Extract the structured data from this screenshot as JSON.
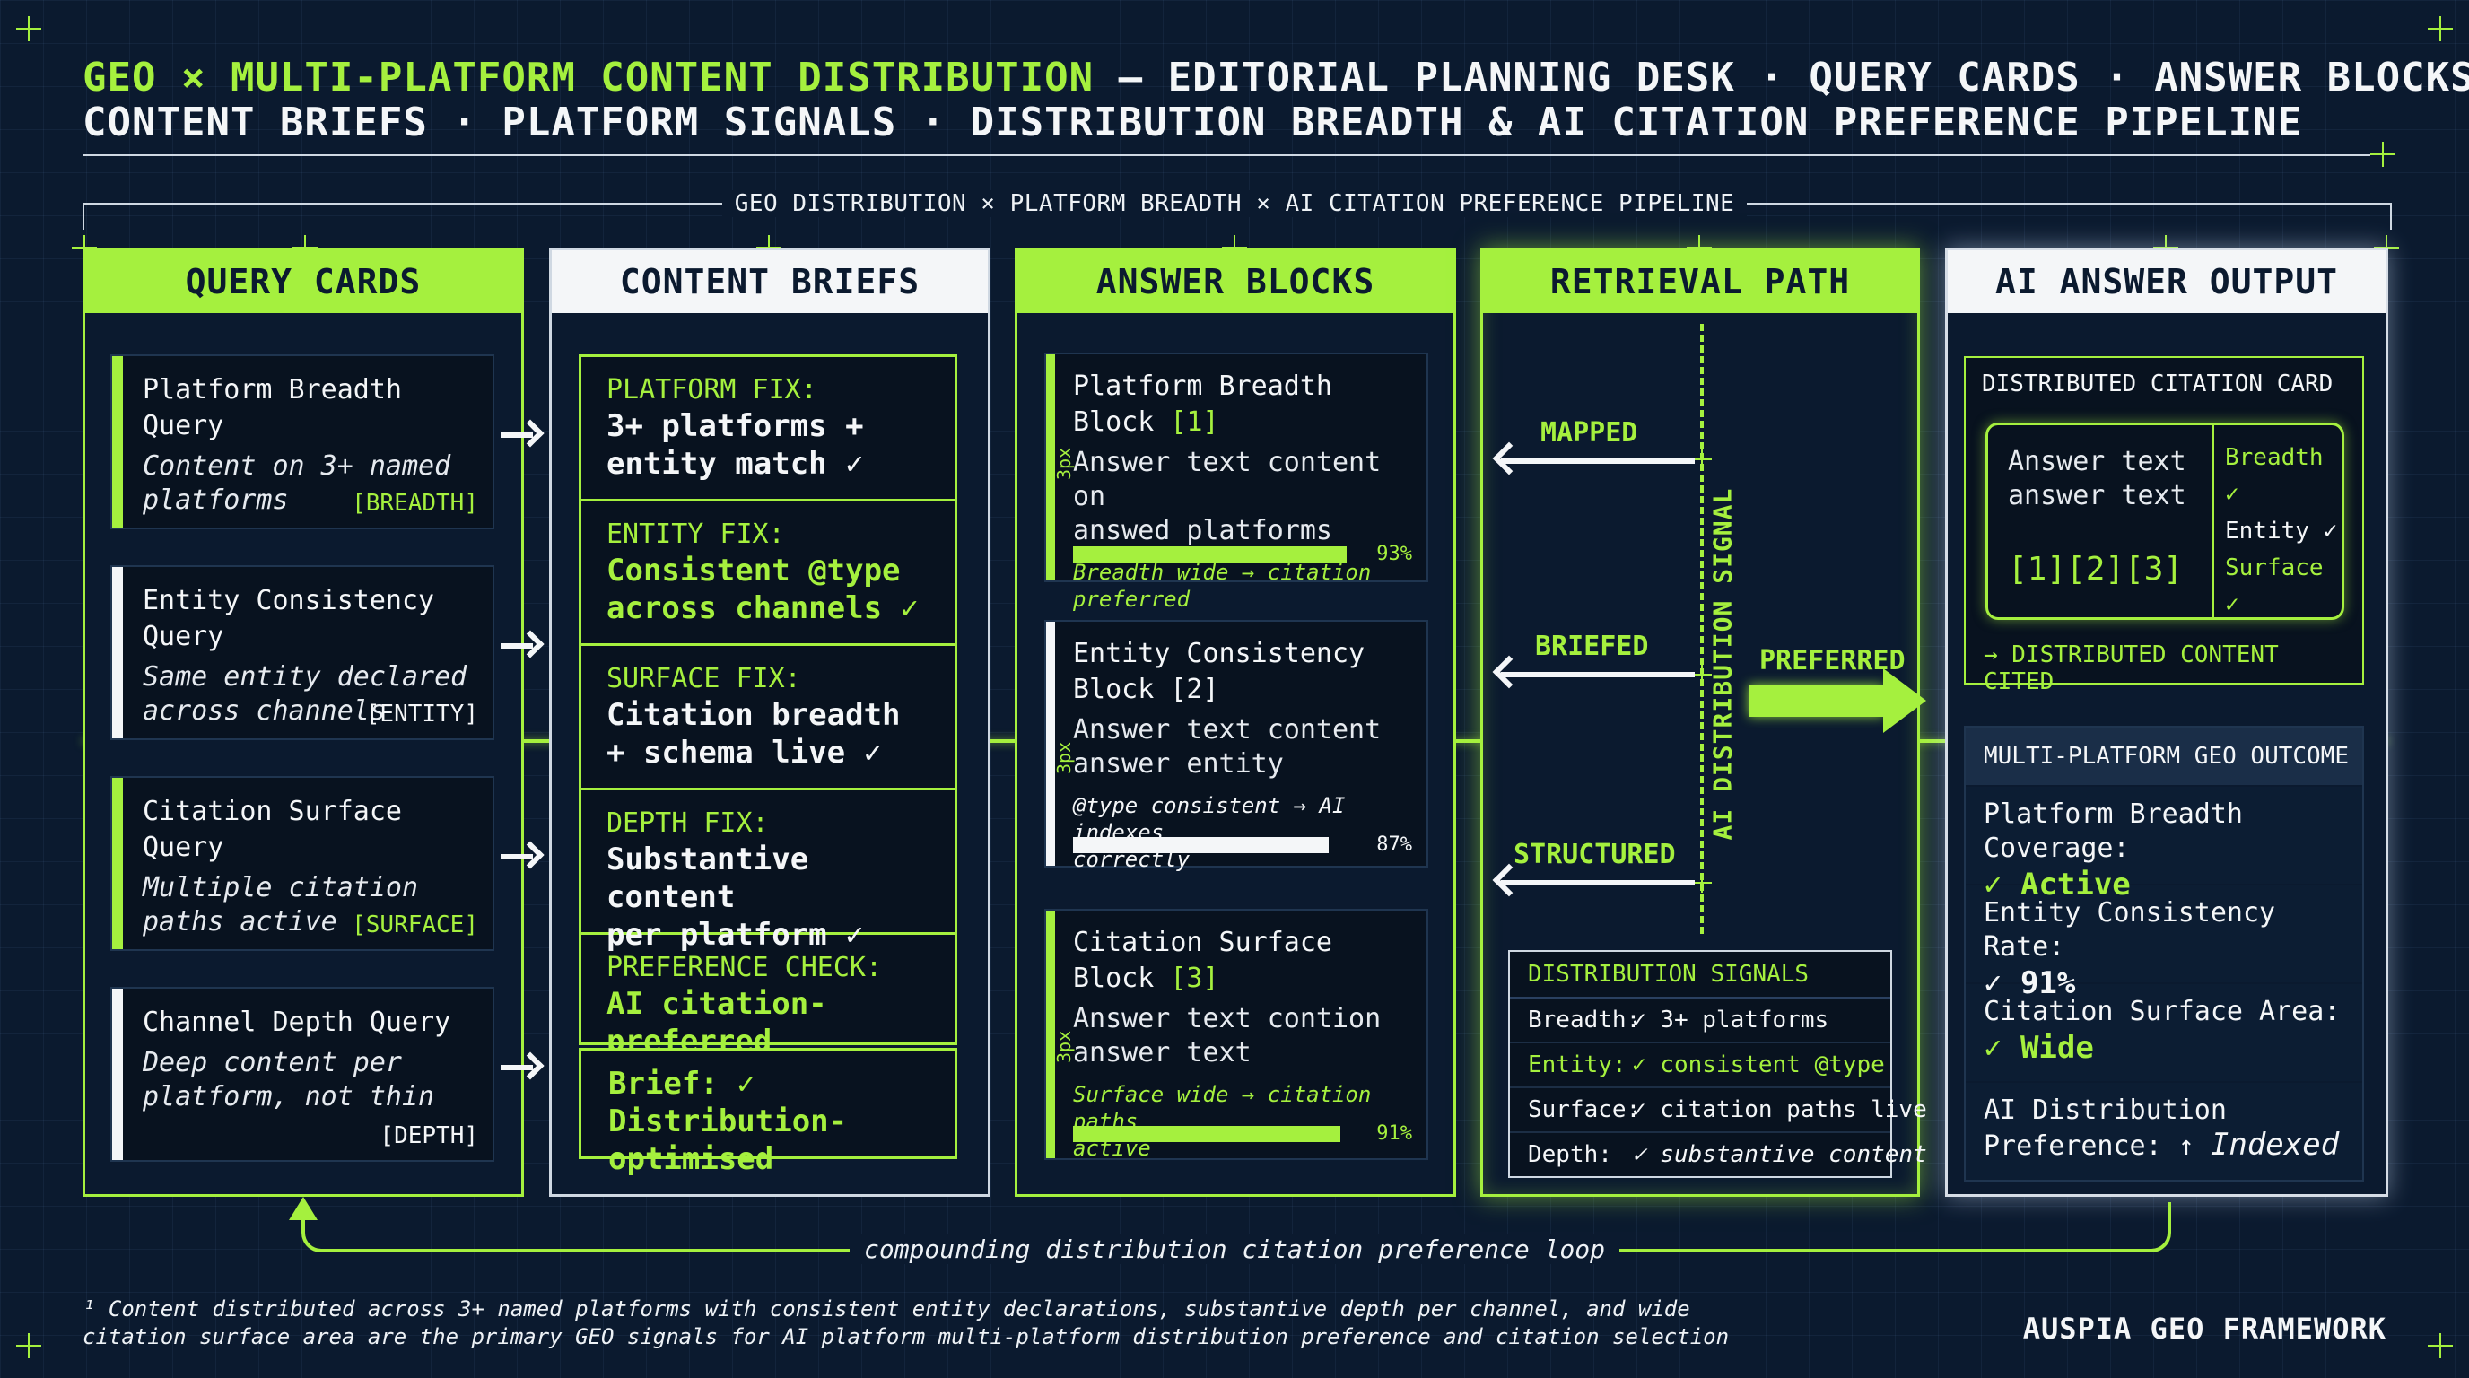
{
  "title": {
    "lime": "GEO × MULTI-PLATFORM CONTENT DISTRIBUTION",
    "rest1": " — EDITORIAL PLANNING DESK · QUERY CARDS · ANSWER BLOCKS ·",
    "line2": "CONTENT BRIEFS · PLATFORM SIGNALS · DISTRIBUTION BREADTH & AI CITATION PREFERENCE PIPELINE"
  },
  "banner": "GEO DISTRIBUTION × PLATFORM BREADTH × AI CITATION PREFERENCE PIPELINE",
  "columns": {
    "query": "QUERY CARDS",
    "briefs": "CONTENT BRIEFS",
    "answers": "ANSWER BLOCKS",
    "retrieval": "RETRIEVAL PATH",
    "output": "AI ANSWER OUTPUT"
  },
  "query_cards": [
    {
      "title": "Platform Breadth Query",
      "sub1": "Content on 3+ named",
      "sub2": "platforms",
      "tag": "[BREADTH]"
    },
    {
      "title": "Entity Consistency Query",
      "sub1": "Same entity declared",
      "sub2": "across channels",
      "tag": "[ENTITY]"
    },
    {
      "title": "Citation Surface Query",
      "sub1": "Multiple citation",
      "sub2": "paths active",
      "tag": "[SURFACE]"
    },
    {
      "title": "Channel Depth Query",
      "sub1": "Deep content per",
      "sub2": "platform, not thin",
      "tag": "[DEPTH]"
    }
  ],
  "briefs": [
    {
      "label": "PLATFORM FIX:",
      "l1": "3+ platforms +",
      "l2": "entity match ✓"
    },
    {
      "label": "ENTITY FIX:",
      "l1": "Consistent @type",
      "l2": "across channels ✓"
    },
    {
      "label": "SURFACE FIX:",
      "l1": "Citation breadth",
      "l2": "+ schema live ✓"
    },
    {
      "label": "DEPTH FIX:",
      "l1": "Substantive content",
      "l2": "per platform ✓"
    },
    {
      "label": "PREFERENCE CHECK:",
      "l1": "AI citation-preferred"
    }
  ],
  "brief_final": {
    "l1": "Brief: ✓",
    "l2": "Distribution-optimised"
  },
  "answer_blocks": [
    {
      "title": "Platform Breadth Block",
      "ref": " [1]",
      "b1": "Answer text content on",
      "b2": "answed platforms",
      "note": "Breadth wide → citation preferred",
      "pct_label": "93%",
      "pct": 0.93
    },
    {
      "title": "Entity Consistency Block [2]",
      "ref": "",
      "b1": "Answer text content",
      "b2": "answer entity",
      "note": "@type consistent → AI indexes",
      "note2": "correctly",
      "pct_label": "87%",
      "pct": 0.87
    },
    {
      "title": "Citation Surface Block",
      "ref": " [3]",
      "b1": "Answer text contion",
      "b2": "answer text",
      "note": "Surface wide → citation paths",
      "note2": "active",
      "pct_label": "91%",
      "pct": 0.91
    }
  ],
  "side_label": "3px",
  "retrieval": {
    "mapped": "MAPPED",
    "briefed": "BRIEFED",
    "structured": "STRUCTURED",
    "preferred": "PREFERRED",
    "vertical": "AI DISTRIBUTION SIGNAL"
  },
  "signals": {
    "head": "DISTRIBUTION SIGNALS",
    "rows": [
      {
        "k": "Breadth:",
        "v": "✓ 3+ platforms"
      },
      {
        "k": "Entity:",
        "v": "✓ consistent @type"
      },
      {
        "k": "Surface:",
        "v": "✓ citation paths live"
      },
      {
        "k": "Depth:",
        "v": "✓ substantive content"
      }
    ]
  },
  "output": {
    "card_title": "DISTRIBUTED CITATION CARD",
    "text1": "Answer text",
    "text2": "answer text",
    "cites": "[1][2][3]",
    "check1": "Breadth ✓",
    "check2": "Entity  ✓",
    "check3": "Surface ✓",
    "foot": "→ DISTRIBUTED CONTENT CITED",
    "outcome_head": "MULTI-PLATFORM GEO OUTCOME",
    "outcomes": [
      {
        "l": "Platform Breadth Coverage:",
        "v": "✓ Active"
      },
      {
        "l": "Entity Consistency Rate:",
        "v": "✓ 91%"
      },
      {
        "l": "Citation Surface Area:",
        "v": "✓ Wide"
      },
      {
        "l": "AI Distribution",
        "l2": "Preference: ↑ ",
        "v": "Indexed"
      }
    ]
  },
  "loop": "compounding distribution citation preference loop",
  "footnote": {
    "l1": "¹ Content distributed across 3+ named platforms with consistent entity declarations, substantive depth per channel, and wide",
    "l2": "citation surface area are the primary GEO signals for AI platform multi-platform distribution preference and citation selection"
  },
  "brand": "AUSPIA GEO FRAMEWORK",
  "colors": {
    "accent": "#a5f03e",
    "background": "#0b1a2f",
    "card": "#08121f",
    "white": "#f4f6f8"
  }
}
